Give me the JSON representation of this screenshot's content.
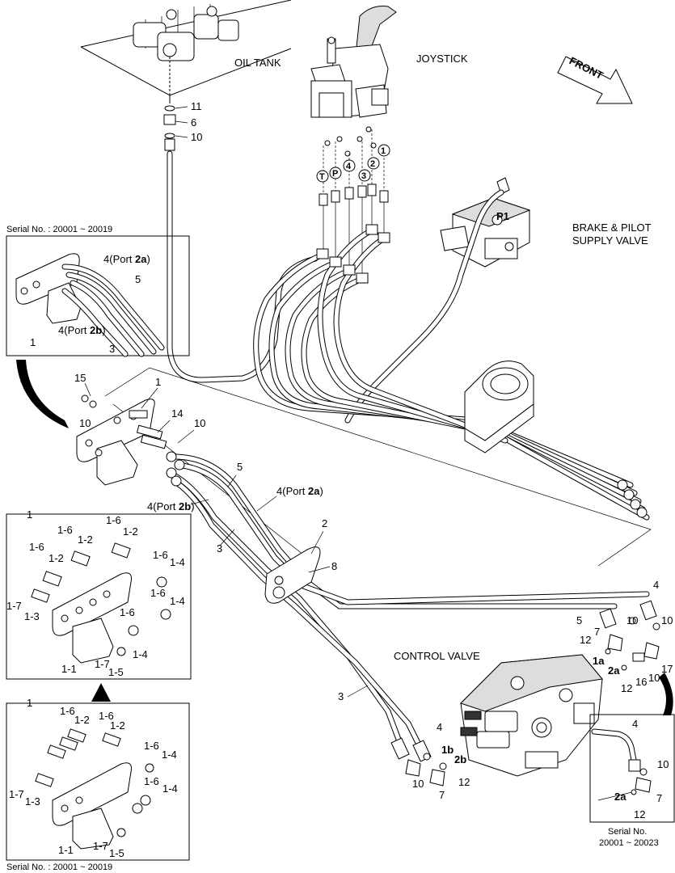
{
  "components": {
    "oil_tank": "OIL TANK",
    "joystick": "JOYSTICK",
    "front": "FRONT",
    "brake_pilot_line1": "BRAKE & PILOT",
    "brake_pilot_line2": "SUPPLY VALVE",
    "p1": "P1",
    "control_valve": "CONTROL VALVE"
  },
  "serial_top": "Serial No. : 20001 ~ 20019",
  "serial_bottom": "Serial No. : 20001 ~ 20019",
  "serial_right_line1": "Serial No.",
  "serial_right_line2": "20001 ~ 20023",
  "circled_ports": [
    "T",
    "P",
    "4",
    "3",
    "2",
    "1"
  ],
  "callouts": {
    "c11": "11",
    "c6": "6",
    "c10a": "10",
    "c15": "15",
    "c1": "1",
    "c10b": "10",
    "c14": "14",
    "c10c": "10",
    "c5": "5",
    "c4port2a": "4",
    "c4port2b": "4",
    "c3": "3",
    "c2": "2",
    "c8": "8",
    "c3b": "3",
    "c4r": "4",
    "c5r": "5",
    "c7r": "7",
    "c10r": "10",
    "c10r2": "10",
    "c12r": "12",
    "c1a": "1a",
    "c2a": "2a",
    "c12r2": "12",
    "c16": "16",
    "c10r3": "10",
    "c17": "17",
    "c4b": "4",
    "c1b": "1b",
    "c2b": "2b",
    "c10bb": "10",
    "c12bb": "12",
    "c7bb": "7",
    "inset_r4": "4",
    "inset_r10": "10",
    "inset_r7": "7",
    "inset_r2a": "2a",
    "inset_r12": "12",
    "inset_t4a": "4",
    "inset_t5": "5",
    "inset_t1": "1",
    "inset_t4b": "4",
    "inset_t3": "3"
  },
  "port_labels": {
    "port_prefix": "(Port ",
    "port_suffix": ")",
    "p2a": "2a",
    "p2b": "2b"
  },
  "inset_middle": {
    "title": "1",
    "labels": [
      "1-6",
      "1-2",
      "1-6",
      "1-2",
      "1-6",
      "1-2",
      "1-6",
      "1-4",
      "1-6",
      "1-4",
      "1-7",
      "1-3",
      "1-6",
      "1-4",
      "1-7",
      "1-5",
      "1-1"
    ]
  },
  "inset_bottom": {
    "title": "1",
    "labels": [
      "1-6",
      "1-2",
      "1-6",
      "1-2",
      "1-6",
      "1-4",
      "1-6",
      "1-4",
      "1-7",
      "1-3",
      "1-7",
      "1-5",
      "1-1"
    ]
  }
}
